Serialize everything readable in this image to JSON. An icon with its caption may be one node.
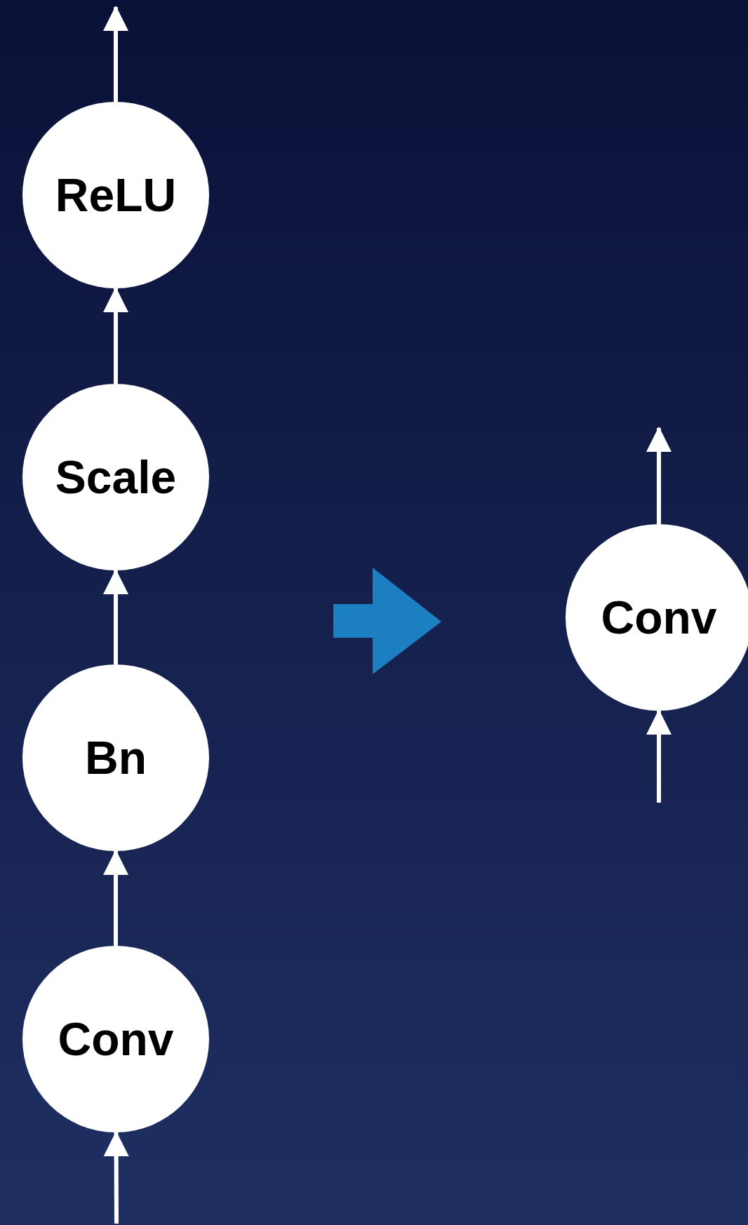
{
  "diagram": {
    "nodes": [
      {
        "text": [
          "ReLU"
        ]
      },
      {
        "text": [
          "Scale"
        ]
      },
      {
        "text": [
          "Bn"
        ]
      },
      {
        "text": [
          "Conv"
        ]
      },
      {
        "text": [
          "Conv"
        ]
      }
    ],
    "edges": [
      {
        "from": null,
        "to": 3,
        "arrow": "to"
      },
      {
        "from": 3,
        "to": 2,
        "arrow": "to"
      },
      {
        "from": 2,
        "to": 1,
        "arrow": "to"
      },
      {
        "from": 1,
        "to": 0,
        "arrow": "to"
      },
      {
        "from": 0,
        "to": null,
        "arrow": "to"
      },
      {
        "from": null,
        "to": 4,
        "arrow": "to"
      },
      {
        "from": 4,
        "to": null,
        "arrow": "to"
      }
    ]
  }
}
